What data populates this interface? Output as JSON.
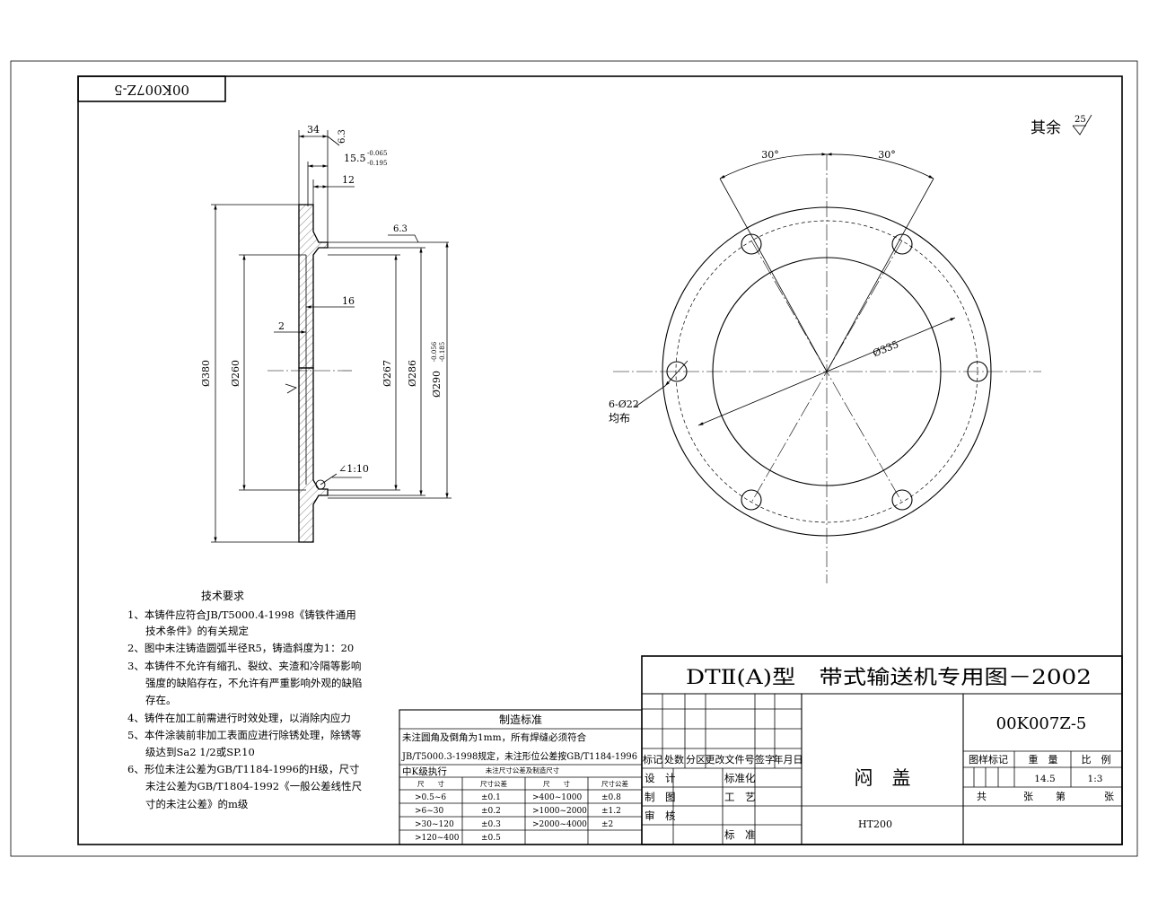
{
  "drawing_number": "00K007Z-5",
  "stamp_number": "00K007Z-5",
  "surface_finish": {
    "label": "其余",
    "value": "25"
  },
  "side_view_dims": {
    "d34": "34",
    "d6_3_top": "6.3",
    "d15_5": "15.5",
    "d15_5_tol_upper": "-0.065",
    "d15_5_tol_lower": "-0.195",
    "d12": "12",
    "d6_3_mid": "6.3",
    "d16": "16",
    "d2": "2",
    "dia380": "Ø380",
    "dia260": "Ø260",
    "dia267": "Ø267",
    "dia286": "Ø286",
    "dia290": "Ø290",
    "dia290_tol_upper": "-0.056",
    "dia290_tol_lower": "-0.185",
    "taper": "∠1:10"
  },
  "front_view_dims": {
    "angle_left": "30°",
    "angle_right": "30°",
    "dia335": "Ø335",
    "holes": "6-Ø22",
    "holes_note": "均布"
  },
  "tech_requirements": {
    "title": "技术要求",
    "lines": [
      "1、本铸件应符合JB/T5000.4-1998《铸铁件通用",
      "技术条件》的有关规定",
      "2、图中未注铸造圆弧半径R5，铸造斜度为1：20",
      "3、本铸件不允许有缩孔、裂纹、夹渣和冷隔等影响",
      "强度的缺陷存在，不允许有严重影响外观的缺陷",
      "存在。",
      "4、铸件在加工前需进行时效处理，以消除内应力",
      "5、本件涂装前非加工表面应进行除锈处理，除锈等",
      "级达到Sa2 1/2或SP.10",
      "6、形位未注公差为GB/T1184-1996的H级，尺寸",
      "未注公差为GB/T1804-1992《一般公差线性尺",
      "寸的未注公差》的m级"
    ]
  },
  "mfg_standard": {
    "title": "制造标准",
    "note_lines": [
      "未注圆角及倒角为1mm，所有焊缝必须符合",
      "JB/T5000.3-1998规定，未注形位公差按GB/T1184-1996",
      "中K级执行"
    ],
    "tol_title": "未注尺寸公差及制造尺寸",
    "headers": [
      "尺　　寸",
      "尺寸公差",
      "尺　　寸",
      "尺寸公差"
    ],
    "rows": [
      [
        ">0.5~6",
        "±0.1",
        ">400~1000",
        "±0.8"
      ],
      [
        ">6~30",
        "±0.2",
        ">1000~2000",
        "±1.2"
      ],
      [
        ">30~120",
        "±0.3",
        ">2000~4000",
        "±2"
      ],
      [
        ">120~400",
        "±0.5",
        "",
        ""
      ]
    ]
  },
  "title_block": {
    "series_title": "DTⅡ(A)型　带式输送机专用图－2002",
    "part_name": "闷　盖",
    "material": "HT200",
    "rev_headers": [
      "标记",
      "处数",
      "分区",
      "更改文件号",
      "签字",
      "年月日"
    ],
    "roles": {
      "design": "设　计",
      "draw": "制　图",
      "check": "审　核",
      "std": "标准化",
      "process": "工　艺",
      "approve": "标　准"
    },
    "mark_label": "图样标记",
    "weight_label": "重　量",
    "scale_label": "比　例",
    "weight": "14.5",
    "scale": "1:3",
    "sheet_total": "共",
    "sheet_unit1": "张",
    "sheet_no": "第",
    "sheet_unit2": "张"
  },
  "colors": {
    "line": "#000000",
    "background": "#ffffff"
  }
}
